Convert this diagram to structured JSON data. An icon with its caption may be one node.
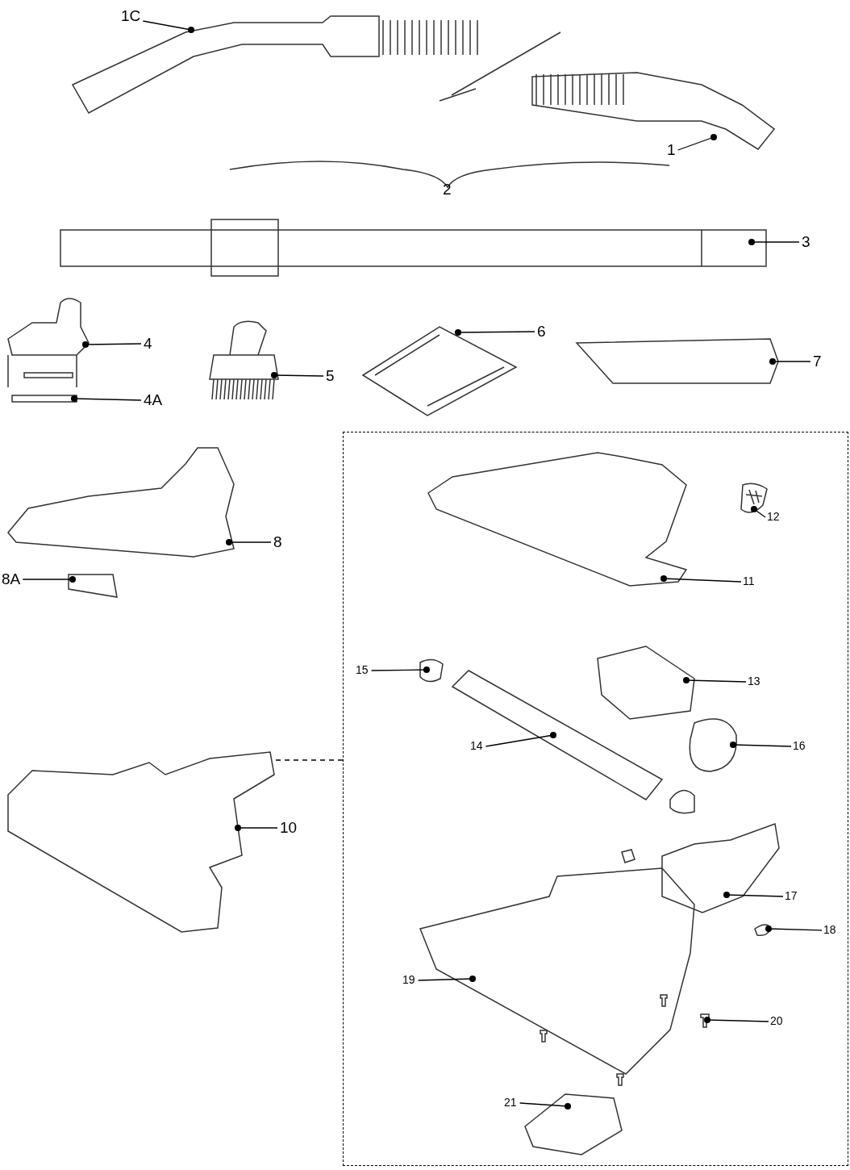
{
  "diagram": {
    "nodes": [
      {
        "text": [
          "1C"
        ]
      },
      {
        "text": [
          "1"
        ]
      },
      {
        "text": [
          "3"
        ]
      },
      {
        "text": [
          "4"
        ]
      },
      {
        "text": [
          "5"
        ]
      },
      {
        "text": [
          "6"
        ]
      },
      {
        "text": [
          "7"
        ]
      },
      {
        "text": [
          "4A"
        ]
      },
      {
        "text": [
          "8"
        ]
      },
      {
        "text": [
          "8A"
        ]
      },
      {
        "text": [
          "10"
        ]
      },
      {
        "text": [],
        "shape": "box"
      },
      {
        "text": [
          "11"
        ],
        "in": 11
      },
      {
        "text": [
          "12"
        ],
        "in": 11
      },
      {
        "text": [
          "13"
        ],
        "in": 11
      },
      {
        "text": [
          "14"
        ],
        "in": 11
      },
      {
        "text": [
          "15"
        ],
        "in": 11
      },
      {
        "text": [
          "16"
        ],
        "in": 11
      },
      {
        "text": [
          "17"
        ],
        "in": 11
      },
      {
        "text": [
          "18"
        ],
        "in": 11
      },
      {
        "text": [
          "19"
        ],
        "in": 11
      },
      {
        "text": [
          "20"
        ],
        "in": 11
      },
      {
        "text": [
          "21"
        ],
        "in": 11
      },
      {
        "text": [],
        "shape": "picture"
      },
      {
        "text": [],
        "shape": "picture"
      },
      {
        "text": [],
        "shape": "picture"
      },
      {
        "text": [],
        "shape": "picture"
      },
      {
        "text": [],
        "shape": "picture"
      },
      {
        "text": [],
        "shape": "picture"
      },
      {
        "text": [],
        "shape": "picture"
      },
      {
        "text": [],
        "shape": "picture"
      },
      {
        "text": [],
        "shape": "picture"
      },
      {
        "text": [],
        "shape": "picture"
      },
      {
        "text": [],
        "shape": "picture"
      },
      {
        "text": [],
        "shape": "picture",
        "in": 11
      },
      {
        "text": [],
        "shape": "picture",
        "in": 11
      },
      {
        "text": [],
        "shape": "picture",
        "in": 11
      },
      {
        "text": [],
        "shape": "picture",
        "in": 11
      },
      {
        "text": [],
        "shape": "picture",
        "in": 11
      },
      {
        "text": [],
        "shape": "picture",
        "in": 11
      },
      {
        "text": [],
        "shape": "picture",
        "in": 11
      },
      {
        "text": [],
        "shape": "picture",
        "in": 11
      },
      {
        "text": [],
        "shape": "picture",
        "in": 11
      },
      {
        "text": [],
        "shape": "picture",
        "in": 11
      },
      {
        "text": [],
        "shape": "picture",
        "in": 11
      }
    ],
    "edges": [
      {
        "from": 0,
        "to": 23,
        "arrow": "other"
      },
      {
        "from": 1,
        "to": 24,
        "arrow": "other"
      },
      {
        "from": 2,
        "to": 25,
        "arrow": "other"
      },
      {
        "from": 3,
        "to": 26,
        "arrow": "other"
      },
      {
        "from": 4,
        "to": 28,
        "arrow": "other"
      },
      {
        "from": 5,
        "to": 29,
        "arrow": "other"
      },
      {
        "from": 6,
        "to": 30,
        "arrow": "other"
      },
      {
        "from": 7,
        "to": 27,
        "arrow": "other"
      },
      {
        "from": 8,
        "to": 31,
        "arrow": "other"
      },
      {
        "from": 9,
        "to": 32,
        "arrow": "other"
      },
      {
        "from": 10,
        "to": 33,
        "arrow": "other"
      },
      {
        "from": 33,
        "to": 11,
        "arrow": "none",
        "style": "dashed"
      },
      {
        "from": 12,
        "to": 34,
        "arrow": "other"
      },
      {
        "from": 13,
        "to": 35,
        "arrow": "other"
      },
      {
        "from": 14,
        "to": 36,
        "arrow": "other"
      },
      {
        "from": 15,
        "to": 37,
        "arrow": "other"
      },
      {
        "from": 16,
        "to": 38,
        "arrow": "other"
      },
      {
        "from": 17,
        "to": 39,
        "arrow": "other"
      },
      {
        "from": 18,
        "to": 40,
        "arrow": "other"
      },
      {
        "from": 19,
        "to": 41,
        "arrow": "other"
      },
      {
        "from": 20,
        "to": 42,
        "arrow": "other"
      },
      {
        "from": 21,
        "to": 43,
        "arrow": "other"
      },
      {
        "from": 22,
        "to": 44,
        "arrow": "other"
      }
    ],
    "labels": [
      "2"
    ]
  }
}
